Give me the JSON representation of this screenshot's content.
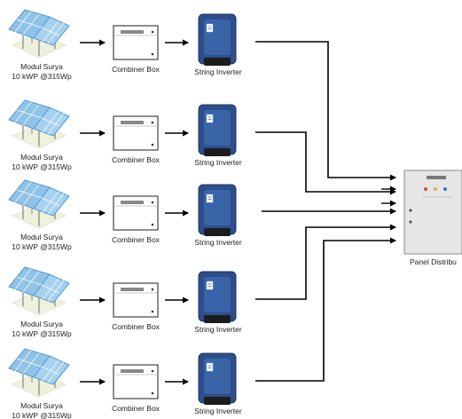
{
  "rows": [
    {
      "module_line1": "Modul Surya",
      "module_line2": "10 kWP @315Wp",
      "combiner": "Combiner Box",
      "inverter": "String Inverter"
    },
    {
      "module_line1": "Modul Surya",
      "module_line2": "10 kWP @315Wp",
      "combiner": "Combiner Box",
      "inverter": "String Inverter"
    },
    {
      "module_line1": "Modul Surya",
      "module_line2": "10 kWP @315Wp",
      "combiner": "Combiner Box",
      "inverter": "String Inverter"
    },
    {
      "module_line1": "Modul Surya",
      "module_line2": "10 kWP @315Wp",
      "combiner": "Combiner Box",
      "inverter": "String Inverter"
    },
    {
      "module_line1": "Modul Surya",
      "module_line2": "10 kWP @315Wp",
      "combiner": "Combiner Box",
      "inverter": "String Inverter"
    }
  ],
  "panel": {
    "label": "Panel Distribu"
  },
  "colors": {
    "solar_cell": "#8fc3e8",
    "solar_frame": "#5a9bd1",
    "inverter": "#2d4e8c",
    "panel": "#e6e6e6"
  }
}
